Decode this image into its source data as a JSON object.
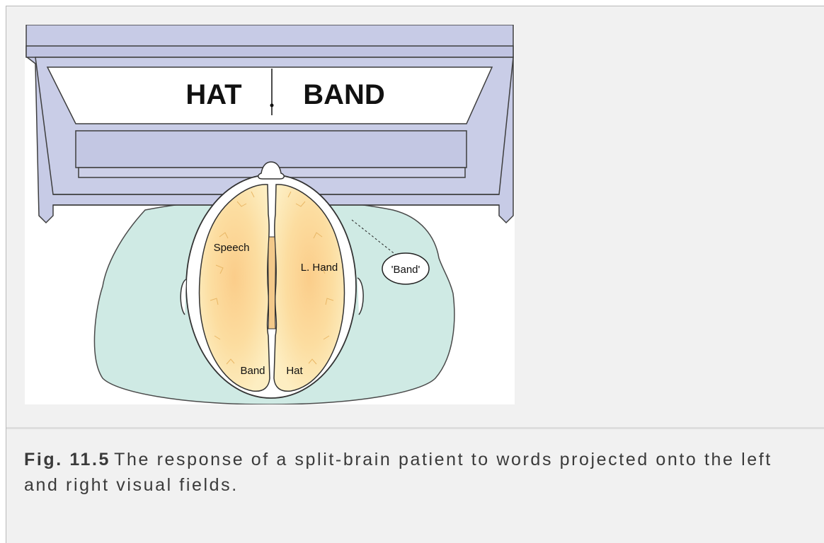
{
  "figure": {
    "screen_words": {
      "left": "HAT",
      "right": "BAND"
    },
    "brain_labels": {
      "speech": "Speech",
      "left_hand": "L. Hand",
      "band": "Band",
      "hat": "Hat"
    },
    "speech_bubble": "'Band'",
    "colors": {
      "screen_frame": "#c9cce6",
      "patient_shirt": "#cce9e2",
      "brain": "#f8d28a",
      "outline": "#333333"
    }
  },
  "caption": {
    "label": "Fig. 11.5",
    "text_line1": "The response of a split-brain patient to words projected onto the left",
    "text_line2": "and right visual fields."
  }
}
